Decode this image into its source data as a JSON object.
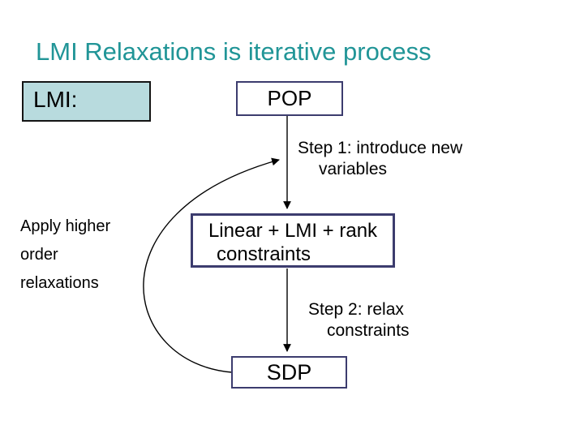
{
  "title": "LMI Relaxations is iterative process",
  "nodes": {
    "lmi": {
      "label": "LMI:"
    },
    "pop": {
      "label": "POP"
    },
    "linear": {
      "label_line1": "Linear + LMI + rank",
      "label_line2": "constraints"
    },
    "sdp": {
      "label": "SDP"
    }
  },
  "annotations": {
    "step1": {
      "line1": "Step 1: introduce new",
      "line2": "variables"
    },
    "step2": {
      "line1": "Step 2: relax",
      "line2": "constraints"
    },
    "side_note": {
      "line1": "Apply higher",
      "line2": "order",
      "line3": "relaxations"
    }
  },
  "colors": {
    "title_text": "#219597",
    "lmi_fill": "#b8dbde",
    "lmi_border": "#141414",
    "node_border": "#3c3c6e",
    "text": "#000000",
    "arrow": "#000000",
    "background": "#ffffff"
  }
}
